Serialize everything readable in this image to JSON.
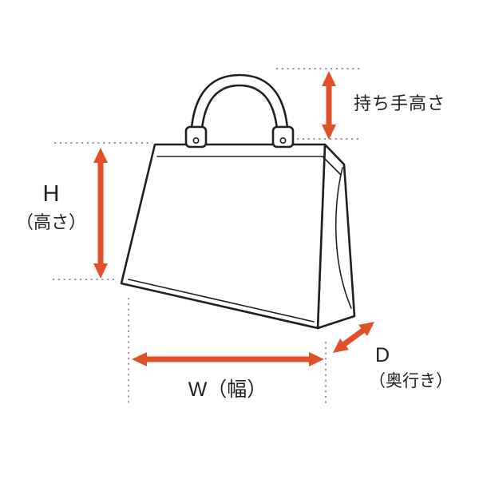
{
  "colors": {
    "accent": "#e2502a",
    "ink": "#1f1f1f",
    "guide": "#8a8a8a",
    "background": "#ffffff"
  },
  "diagram": {
    "subject": "handbag-dimension-guide",
    "labels": {
      "handle_height": "持ち手高さ",
      "height_letter": "H",
      "height_paren": "（高さ）",
      "width": "W（幅）",
      "depth_letter": "D",
      "depth_paren": "（奥行き）"
    }
  }
}
